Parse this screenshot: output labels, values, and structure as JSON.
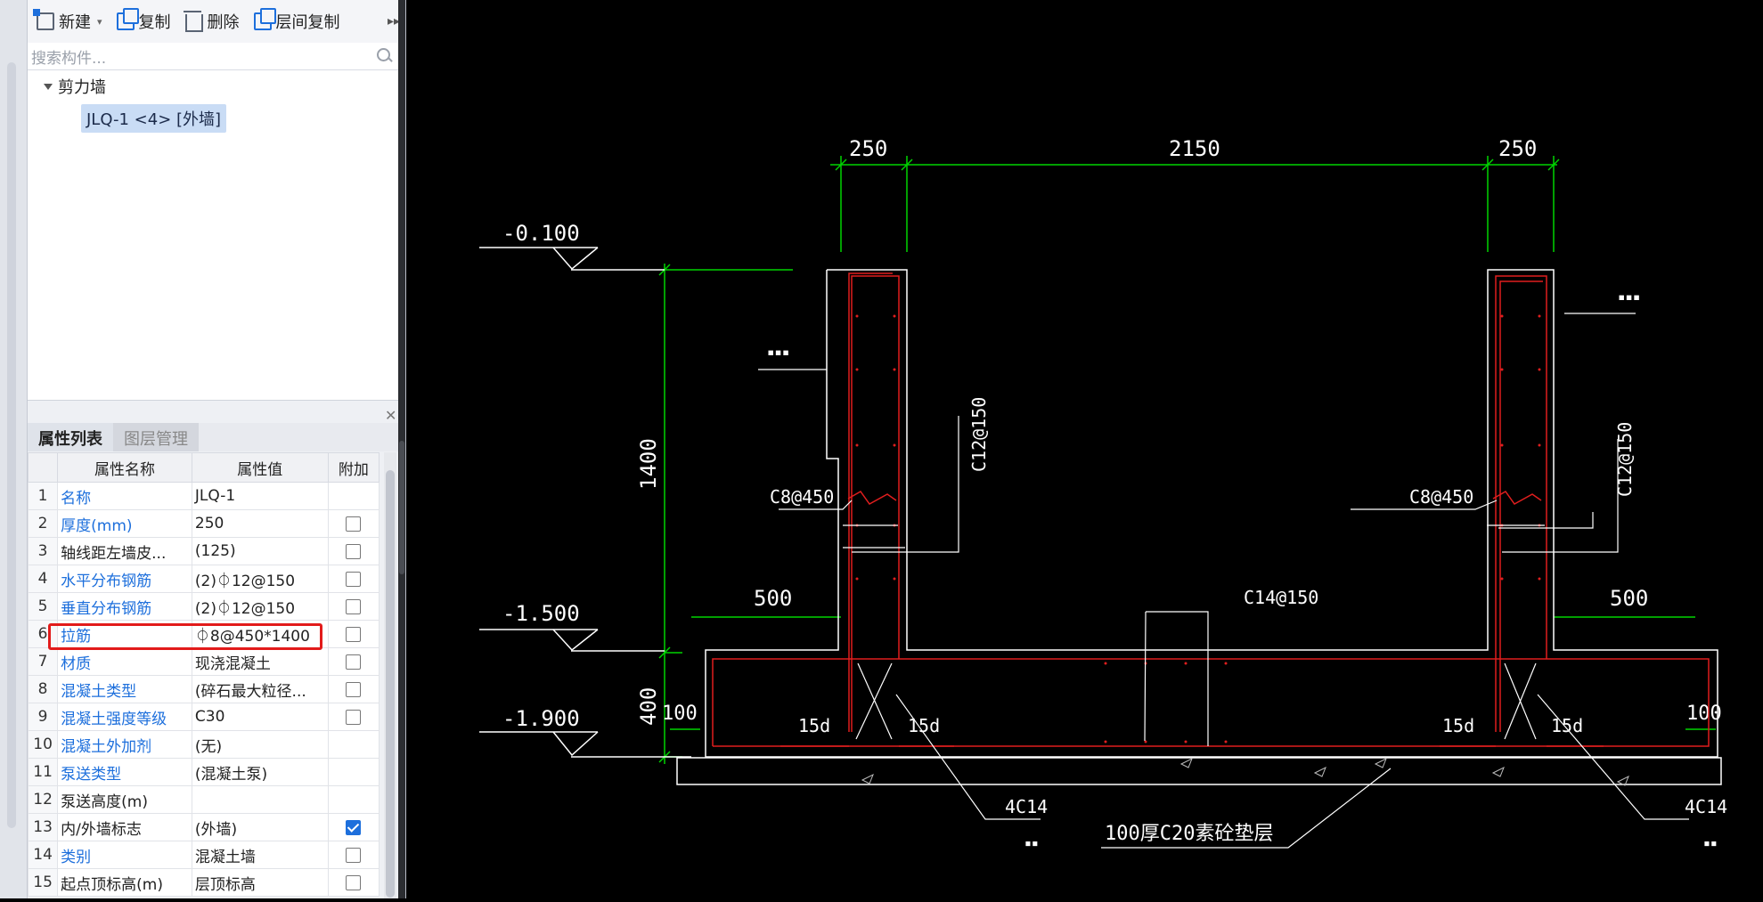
{
  "toolbar": {
    "new_label": "新建",
    "copy_label": "复制",
    "delete_label": "删除",
    "floor_copy_label": "层间复制",
    "more_label": "▸▸"
  },
  "search": {
    "placeholder": "搜索构件..."
  },
  "tree": {
    "category": "剪力墙",
    "selected_item": "JLQ-1 <4> [外墙]"
  },
  "panel": {
    "tabs": [
      {
        "label": "属性列表"
      },
      {
        "label": "图层管理"
      }
    ],
    "columns": {
      "name": "属性名称",
      "value": "属性值",
      "extra": "附加"
    }
  },
  "properties": [
    {
      "num": "1",
      "name": "名称",
      "value": "JLQ-1"
    },
    {
      "num": "2",
      "name": "厚度(mm)",
      "value": "250"
    },
    {
      "num": "3",
      "name": "轴线距左墙皮...",
      "value": "(125)"
    },
    {
      "num": "4",
      "name": "水平分布钢筋",
      "value": "(2)⏀12@150"
    },
    {
      "num": "5",
      "name": "垂直分布钢筋",
      "value": "(2)⏀12@150"
    },
    {
      "num": "6",
      "name": "拉筋",
      "value": "⏀8@450*1400"
    },
    {
      "num": "7",
      "name": "材质",
      "value": "现浇混凝土"
    },
    {
      "num": "8",
      "name": "混凝土类型",
      "value": "(碎石最大粒径..."
    },
    {
      "num": "9",
      "name": "混凝土强度等级",
      "value": "C30"
    },
    {
      "num": "10",
      "name": "混凝土外加剂",
      "value": "(无)"
    },
    {
      "num": "11",
      "name": "泵送类型",
      "value": "(混凝土泵)"
    },
    {
      "num": "12",
      "name": "泵送高度(m)",
      "value": ""
    },
    {
      "num": "13",
      "name": "内/外墙标志",
      "value": "(外墙)"
    },
    {
      "num": "14",
      "name": "类别",
      "value": "混凝土墙"
    },
    {
      "num": "15",
      "name": "起点顶标高(m)",
      "value": "层顶标高"
    }
  ],
  "drawing": {
    "dim_top_left": "250",
    "dim_top_mid": "2150",
    "dim_top_right": "250",
    "elev_top": "-0.100",
    "elev_mid": "-1.500",
    "elev_bot": "-1.900",
    "dim_height_wall": "1400",
    "dim_height_base": "400",
    "dim_side_left": "500",
    "dim_side_right": "500",
    "dim_edge_left": "100",
    "dim_edge_right": "100",
    "tie_bar_left": "C8@450",
    "tie_bar_right": "C8@450",
    "wall_bar_left": "C12@150",
    "wall_bar_right": "C12@150",
    "base_bar": "C14@150",
    "anchor_1": "15d",
    "anchor_2": "15d",
    "anchor_3": "15d",
    "anchor_4": "15d",
    "corner_bar_left": "4C14",
    "corner_bar_right": "4C14",
    "cushion_label": "100厚C20素砼垫层"
  },
  "checkbox_colors": {
    "checked": "#1d6fdc",
    "highlight_box": "#e21b1b"
  }
}
